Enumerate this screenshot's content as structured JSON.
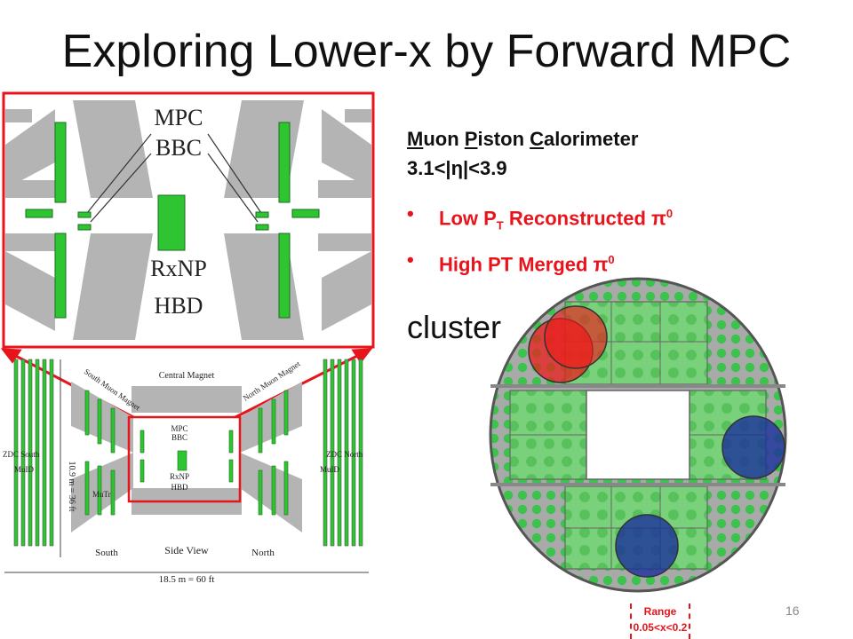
{
  "slide": {
    "title": "Exploring Lower-x by Forward MPC",
    "page_number": "16"
  },
  "detector_text": {
    "title_initials": [
      "M",
      "P",
      "C"
    ],
    "title_rest": [
      "uon ",
      "iston ",
      "alorimeter"
    ],
    "eta_range": "3.1<|η|<3.9",
    "bullets": [
      {
        "main": "Low P",
        "sub": "T",
        "rest": " Reconstructed π",
        "sup": "0"
      },
      {
        "main": "High PT Merged π",
        "sub": "",
        "rest": "",
        "sup": "0"
      }
    ],
    "bullet_glyph": "•",
    "cluster_label": "cluster"
  },
  "range_annotation": {
    "line1": "Range",
    "line2": "0.05<x<0.2"
  },
  "detail_view": {
    "labels": [
      "MPC",
      "BBC",
      "RxNP",
      "HBD"
    ]
  },
  "overview_view": {
    "labels": {
      "central_magnet": "Central Magnet",
      "south_muon_magnet": "South Muon Magnet",
      "north_muon_magnet": "North Muon Magnet",
      "zdc_south": "ZDC South",
      "zdc_north": "ZDC North",
      "muid_left": "MuID",
      "muid_right": "MuID",
      "mutr": "MuTr",
      "mpc": "MPC",
      "bbc": "BBC",
      "rxnp": "RxNP",
      "hbd": "HBD",
      "south": "South",
      "north": "North",
      "side_view": "Side View",
      "height_dim": "10.9 m = 36 ft",
      "width_dim": "18.5 m = 60 ft"
    }
  },
  "colors": {
    "accent_red": "#e8141b",
    "detector_green": "#2ec432",
    "structure_gray": "#b4b4b4",
    "cluster_red": "#ee1c1c",
    "cluster_blue": "#1c2f9c"
  }
}
